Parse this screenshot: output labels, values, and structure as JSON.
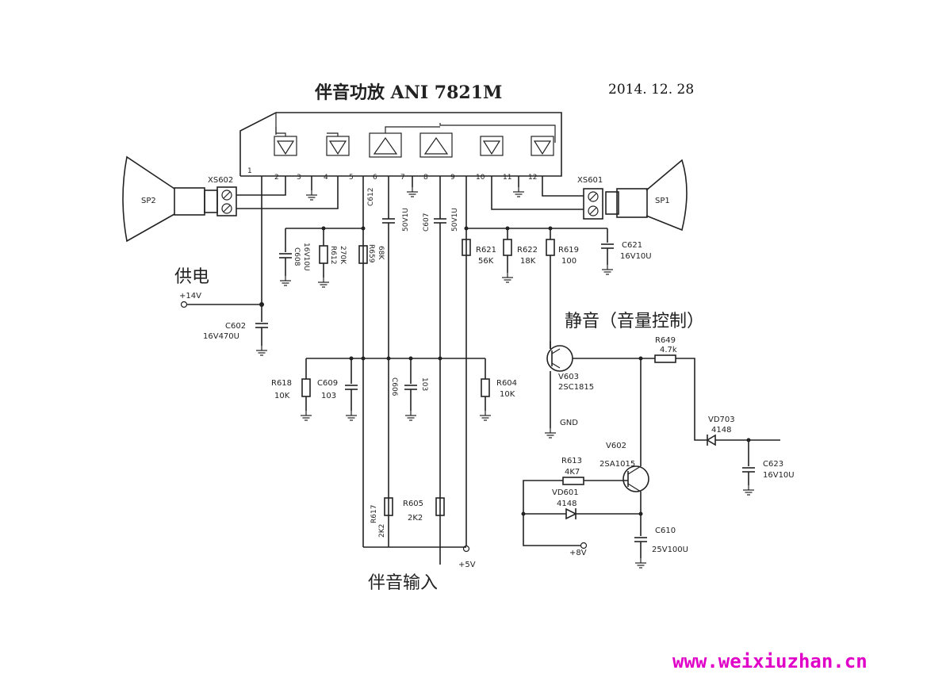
{
  "title": "伴音功放 ANI 7821M",
  "date": "2014. 12. 28",
  "watermark": "www.weixiuzhan.cn",
  "sections": {
    "power": "供电",
    "mute": "静音（音量控制）",
    "input": "伴音输入"
  },
  "ic_pins": [
    "1",
    "2",
    "3",
    "4",
    "5",
    "6",
    "7",
    "8",
    "9",
    "10",
    "11",
    "12"
  ],
  "connectors": {
    "left": "XS602",
    "right": "XS601"
  },
  "speakers": {
    "left": "SP2",
    "right": "SP1"
  },
  "rails": {
    "v14": "+14V",
    "v5": "+5V",
    "v8": "+8V",
    "gnd": "GND"
  },
  "components": {
    "C602": {
      "name": "C602",
      "value": "16V470U"
    },
    "C608": {
      "name": "C608",
      "value": "16V10U"
    },
    "R612": {
      "name": "R612",
      "value": "270K"
    },
    "R659": {
      "name": "R659",
      "value": "68K"
    },
    "C612": {
      "name": "C612",
      "value": "50V1U"
    },
    "C607": {
      "name": "C607",
      "value": "50V1U"
    },
    "R621": {
      "name": "R621",
      "value": "56K"
    },
    "R622": {
      "name": "R622",
      "value": "18K"
    },
    "R619": {
      "name": "R619",
      "value": "100"
    },
    "C621": {
      "name": "C621",
      "value": "16V10U"
    },
    "R618": {
      "name": "R618",
      "value": "10K"
    },
    "C609": {
      "name": "C609",
      "value": "103"
    },
    "C606": {
      "name": "C606",
      "value": "103"
    },
    "R604": {
      "name": "R604",
      "value": "10K"
    },
    "R617": {
      "name": "R617",
      "value": "2K2"
    },
    "R605": {
      "name": "R605",
      "value": "2K2"
    },
    "V603": {
      "name": "V603",
      "value": "2SC1815"
    },
    "R649": {
      "name": "R649",
      "value": "4.7k"
    },
    "VD703": {
      "name": "VD703",
      "value": "4148"
    },
    "C623": {
      "name": "C623",
      "value": "16V10U"
    },
    "V602": {
      "name": "V602",
      "value": "2SA1015"
    },
    "R613": {
      "name": "R613",
      "value": "4K7"
    },
    "VD601": {
      "name": "VD601",
      "value": "4148"
    },
    "C610": {
      "name": "C610",
      "value": "25V100U"
    }
  }
}
